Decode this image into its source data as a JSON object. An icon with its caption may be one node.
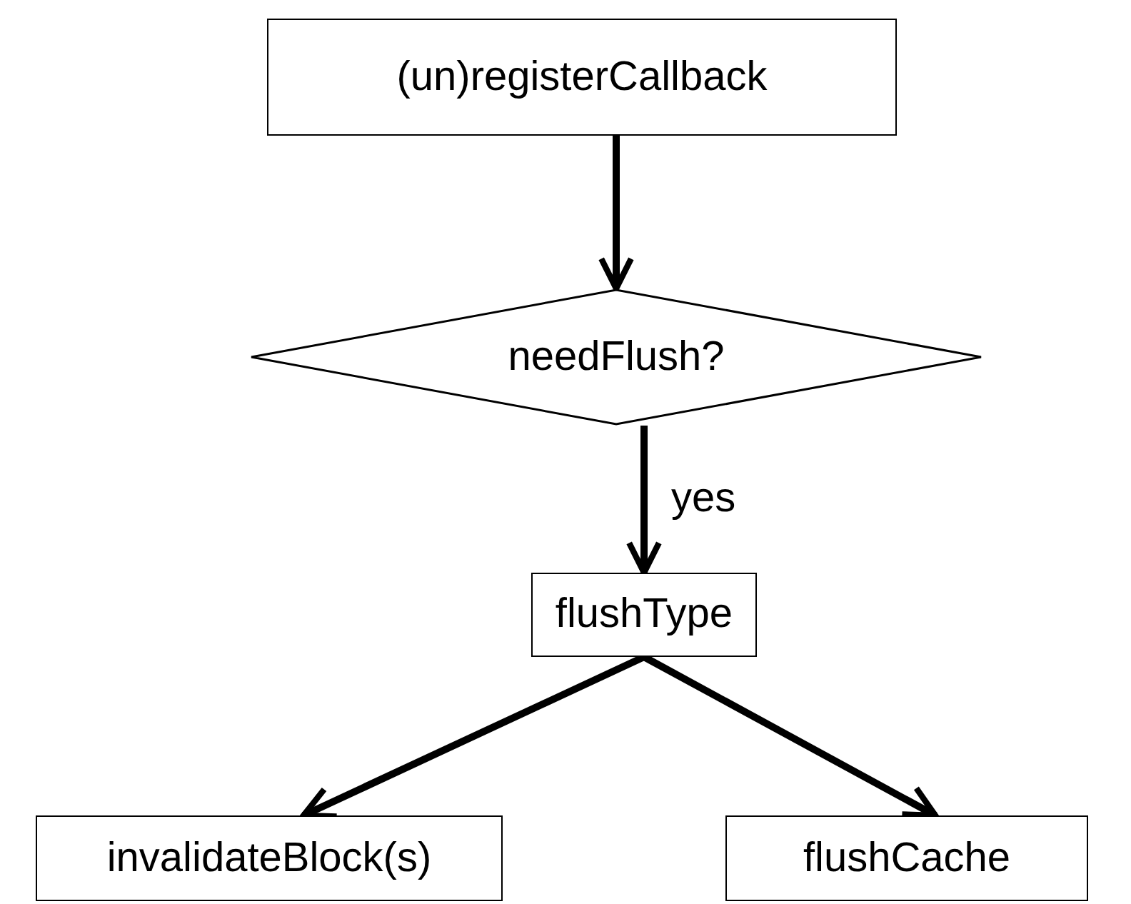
{
  "diagram": {
    "nodes": [
      {
        "text": [
          "(un)registerCallback"
        ]
      },
      {
        "text": [
          "needFlush?"
        ]
      },
      {
        "text": [
          "flushType"
        ]
      },
      {
        "text": [
          "invalidateBlock(s)"
        ]
      },
      {
        "text": [
          "flushCache"
        ]
      }
    ],
    "edges": [
      {
        "from": 0,
        "to": 1,
        "arrow": "to"
      },
      {
        "from": 1,
        "to": 2,
        "arrow": "to",
        "label": "yes"
      },
      {
        "from": 2,
        "to": 3,
        "arrow": "to"
      },
      {
        "from": 2,
        "to": 4,
        "arrow": "to"
      }
    ]
  }
}
